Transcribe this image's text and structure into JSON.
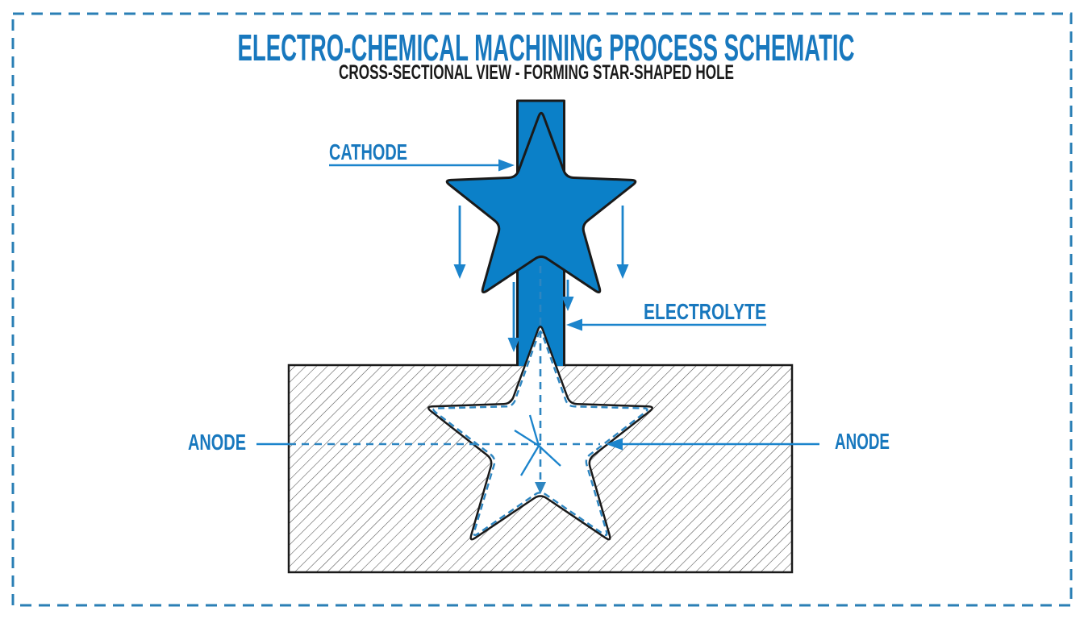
{
  "title": "ELECTRO-CHEMICAL MACHINING PROCESS SCHEMATIC",
  "subtitle": "CROSS-SECTIONAL VIEW - FORMING STAR-SHAPED HOLE",
  "labels": {
    "cathode": "CATHODE",
    "electrolyte": "ELECTROLYTE",
    "anode_left": "ANODE",
    "anode_right": "ANODE"
  },
  "colors": {
    "tool_blue": "#0b80c8",
    "label_blue": "#1878be",
    "arrow_blue": "#1b84cc",
    "dash_blue": "#2e86c1",
    "frame_blue": "#2a7fb5",
    "outline": "#1a1a1a",
    "subtitle_black": "#1a1a1a",
    "hatch_gray": "#4d4d4d",
    "hole_white": "#ffffff",
    "background": "#ffffff"
  }
}
